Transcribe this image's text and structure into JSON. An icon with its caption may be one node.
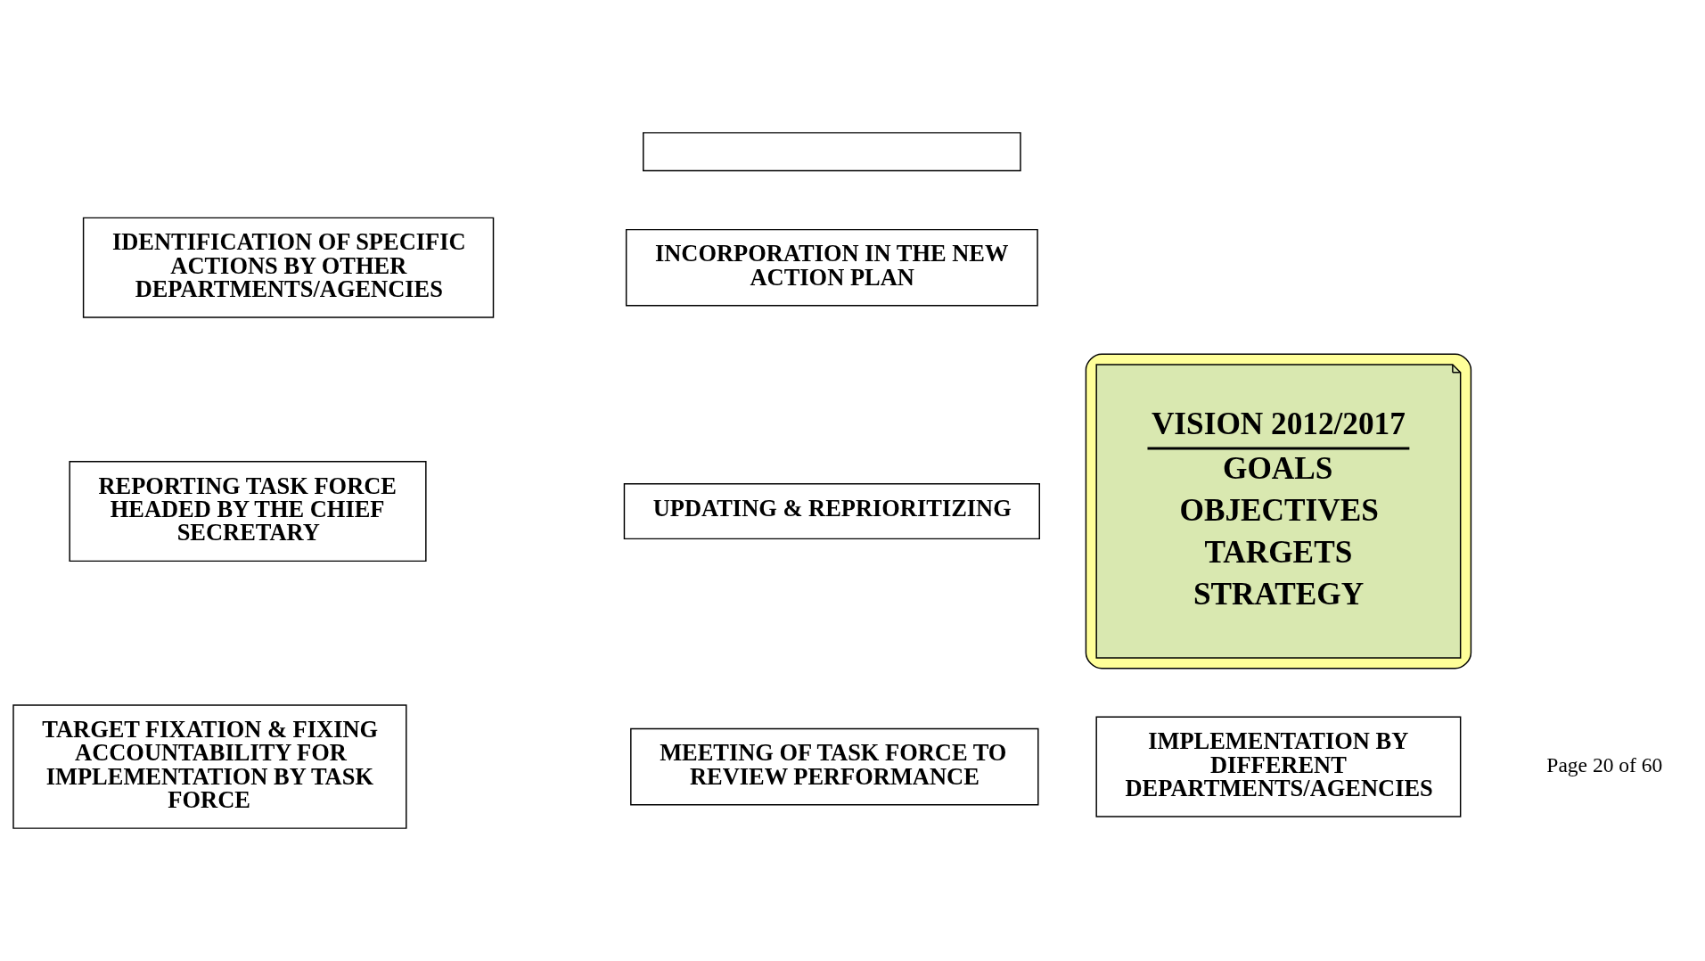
{
  "diagram": {
    "nodes": [
      {
        "text": [],
        "shape": "box"
      },
      {
        "text": [],
        "shape": "octagon"
      },
      {
        "text": [
          "IDENTIFICATION OF SPECIFIC  ACTIONS BY OTHER DEPARTMENTS/AGENCIES"
        ]
      },
      {
        "text": [
          "INCORPORATION IN THE NEW ACTION PLAN"
        ]
      },
      {
        "text": [
          "VISION 2012/2017",
          "GOALS",
          "OBJECTIVES",
          "TARGETS",
          "STRATEGY"
        ],
        "in": 1
      },
      {
        "text": [
          "REPORTING TASK FORCE HEADED BY THE CHIEF SECRETARY"
        ]
      },
      {
        "text": [
          "UPDATING & REPRIORITIZING"
        ]
      },
      {
        "text": [
          "TARGET FIXATION & FIXING ACCOUNTABILITY FOR IMPLEMENTATION BY TASK FORCE"
        ]
      },
      {
        "text": [
          "MEETING OF TASK FORCE TO REVIEW PERFORMANCE"
        ]
      },
      {
        "text": [
          "IMPLEMENTATION BY DIFFERENT DEPARTMENTS/AGENCIES"
        ]
      }
    ],
    "edges": [],
    "labels": [
      "Page 20 of 60"
    ]
  }
}
